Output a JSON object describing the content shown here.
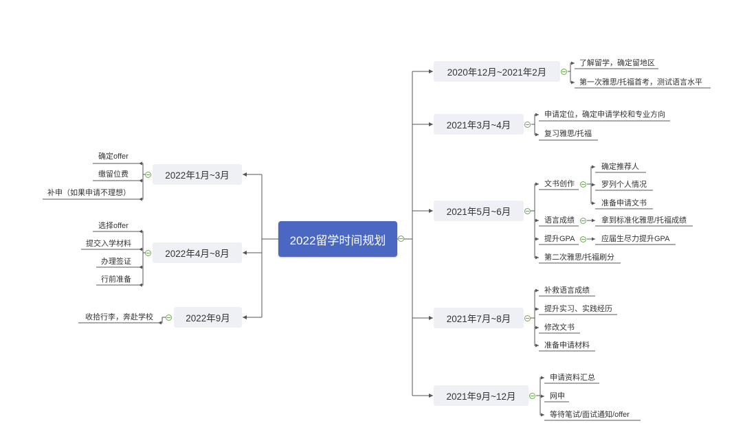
{
  "root": {
    "label": "2022留学时间规划"
  },
  "right": [
    {
      "label": "2020年12月~2021年2月",
      "children": [
        {
          "label": "了解留学，确定留地区"
        },
        {
          "label": "第一次雅思/托福首考，测试语言水平"
        }
      ]
    },
    {
      "label": "2021年3月~4月",
      "children": [
        {
          "label": "申请定位，确定申请学校和专业方向"
        },
        {
          "label": "复习雅思/托福"
        }
      ]
    },
    {
      "label": "2021年5月~6月",
      "children": [
        {
          "label": "文书创作",
          "children": [
            "确定推荐人",
            "罗列个人情况",
            "准备申请文书"
          ]
        },
        {
          "label": "语言成绩",
          "children": [
            "拿到标准化雅思/托福成绩"
          ]
        },
        {
          "label": "提升GPA",
          "children": [
            "应届生尽力提升GPA"
          ]
        },
        {
          "label": "第二次雅思/托福刷分"
        }
      ]
    },
    {
      "label": "2021年7月~8月",
      "children": [
        {
          "label": "补救语言成绩"
        },
        {
          "label": "提升实习、实践经历"
        },
        {
          "label": "修改文书"
        },
        {
          "label": "准备申请材料"
        }
      ]
    },
    {
      "label": "2021年9月~12月",
      "children": [
        {
          "label": "申请资料汇总"
        },
        {
          "label": "网申"
        },
        {
          "label": "等待笔试/面试通知/offer"
        }
      ]
    }
  ],
  "left": [
    {
      "label": "2022年1月~3月",
      "children": [
        {
          "label": "确定offer"
        },
        {
          "label": "缴留位费"
        },
        {
          "label": "补申（如果申请不理想）"
        }
      ]
    },
    {
      "label": "2022年4月~8月",
      "children": [
        {
          "label": "选择offer"
        },
        {
          "label": "提交入学材料"
        },
        {
          "label": "办理签证"
        },
        {
          "label": "行前准备"
        }
      ]
    },
    {
      "label": "2022年9月",
      "children": [
        {
          "label": "收拾行李，奔赴学校"
        }
      ]
    }
  ]
}
